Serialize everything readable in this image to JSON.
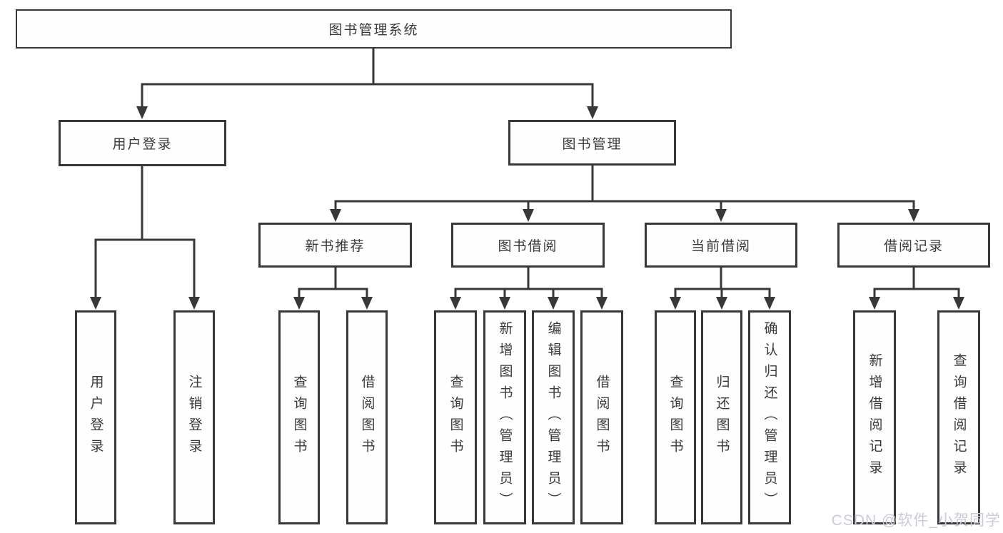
{
  "tree": {
    "root": {
      "label": "图书管理系统"
    },
    "branches": [
      {
        "label": "用户登录",
        "children": [
          {
            "label": "用户登录"
          },
          {
            "label": "注销登录"
          }
        ]
      },
      {
        "label": "图书管理",
        "children": [
          {
            "label": "新书推荐",
            "children": [
              {
                "label": "查询图书"
              },
              {
                "label": "借阅图书"
              }
            ]
          },
          {
            "label": "图书借阅",
            "children": [
              {
                "label": "查询图书"
              },
              {
                "label": "新增图书（管理员）"
              },
              {
                "label": "编辑图书（管理员）"
              },
              {
                "label": "借阅图书"
              }
            ]
          },
          {
            "label": "当前借阅",
            "children": [
              {
                "label": "查询图书"
              },
              {
                "label": "归还图书"
              },
              {
                "label": "确认归还（管理员）"
              }
            ]
          },
          {
            "label": "借阅记录",
            "children": [
              {
                "label": "新增借阅记录"
              },
              {
                "label": "查询借阅记录"
              }
            ]
          }
        ]
      }
    ]
  },
  "watermark": {
    "text": "CSDN @软件_小贺同学"
  },
  "colors": {
    "line": "#383838",
    "text": "#3a3a3a",
    "watermark": "#caccd8",
    "background": "#ffffff"
  }
}
